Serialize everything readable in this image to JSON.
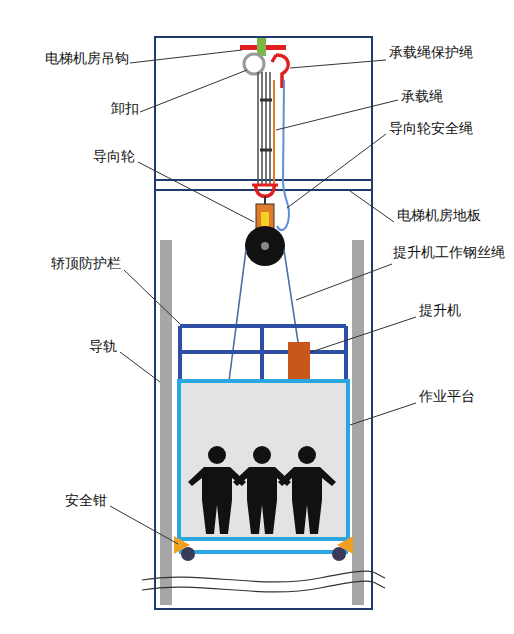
{
  "diagram": {
    "labels": [
      "电梯机房吊钩",
      "卸扣",
      "导向轮",
      "轿顶防护栏",
      "导轨",
      "安全钳",
      "承载绳保护绳",
      "承载绳",
      "导向轮安全绳",
      "电梯机房地板",
      "提升机工作钢丝绳",
      "提升机",
      "作业平台"
    ]
  }
}
